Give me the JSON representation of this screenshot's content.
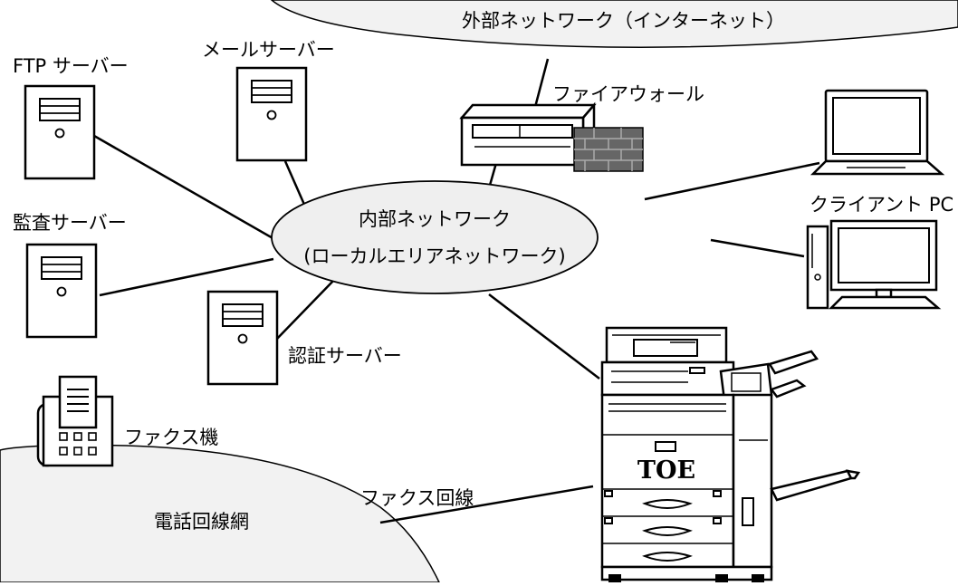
{
  "labels": {
    "external_network": "外部ネットワーク（インターネット）",
    "firewall": "ファイアウォール",
    "ftp_server": "FTP サーバー",
    "mail_server": "メールサーバー",
    "audit_server": "監査サーバー",
    "auth_server": "認証サーバー",
    "internal_network_line1": "内部ネットワーク",
    "internal_network_line2": "(ローカルエリアネットワーク)",
    "client_pc": "クライアント PC",
    "fax_machine": "ファクス機",
    "fax_line": "ファクス回線",
    "telephone_network": "電話回線網",
    "mfp_brand": "TOE"
  },
  "colors": {
    "cloud_fill": "#f2f2f2",
    "ellipse_fill": "#efefef",
    "brick": "#666666",
    "line": "#000000"
  }
}
